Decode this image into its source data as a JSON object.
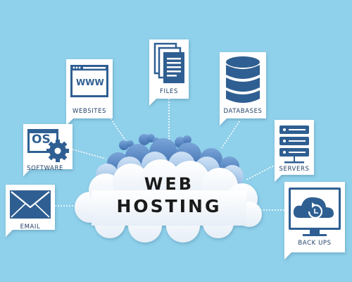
{
  "title": {
    "line1": "WEB",
    "line2": "HOSTING"
  },
  "nodes": {
    "websites": {
      "label": "WEBSITES",
      "icon_text": "WWW",
      "icon": "browser-window-icon"
    },
    "files": {
      "label": "FILES",
      "icon": "documents-icon"
    },
    "databases": {
      "label": "DATABASES",
      "icon": "database-icon"
    },
    "software": {
      "label": "SOFTWARE",
      "icon_text": "OS",
      "icon": "os-gear-icon"
    },
    "servers": {
      "label": "SERVERS",
      "icon": "server-rack-icon"
    },
    "email": {
      "label": "EMAIL",
      "icon": "envelope-icon"
    },
    "backups": {
      "label": "BACK UPS",
      "icon": "cloud-backup-monitor-icon"
    }
  },
  "colors": {
    "background": "#8fd0ea",
    "icon_blue": "#2f5f92",
    "cloud_light": "#ffffff",
    "cloud_blue": "#5b88c4",
    "card": "#ffffff"
  }
}
